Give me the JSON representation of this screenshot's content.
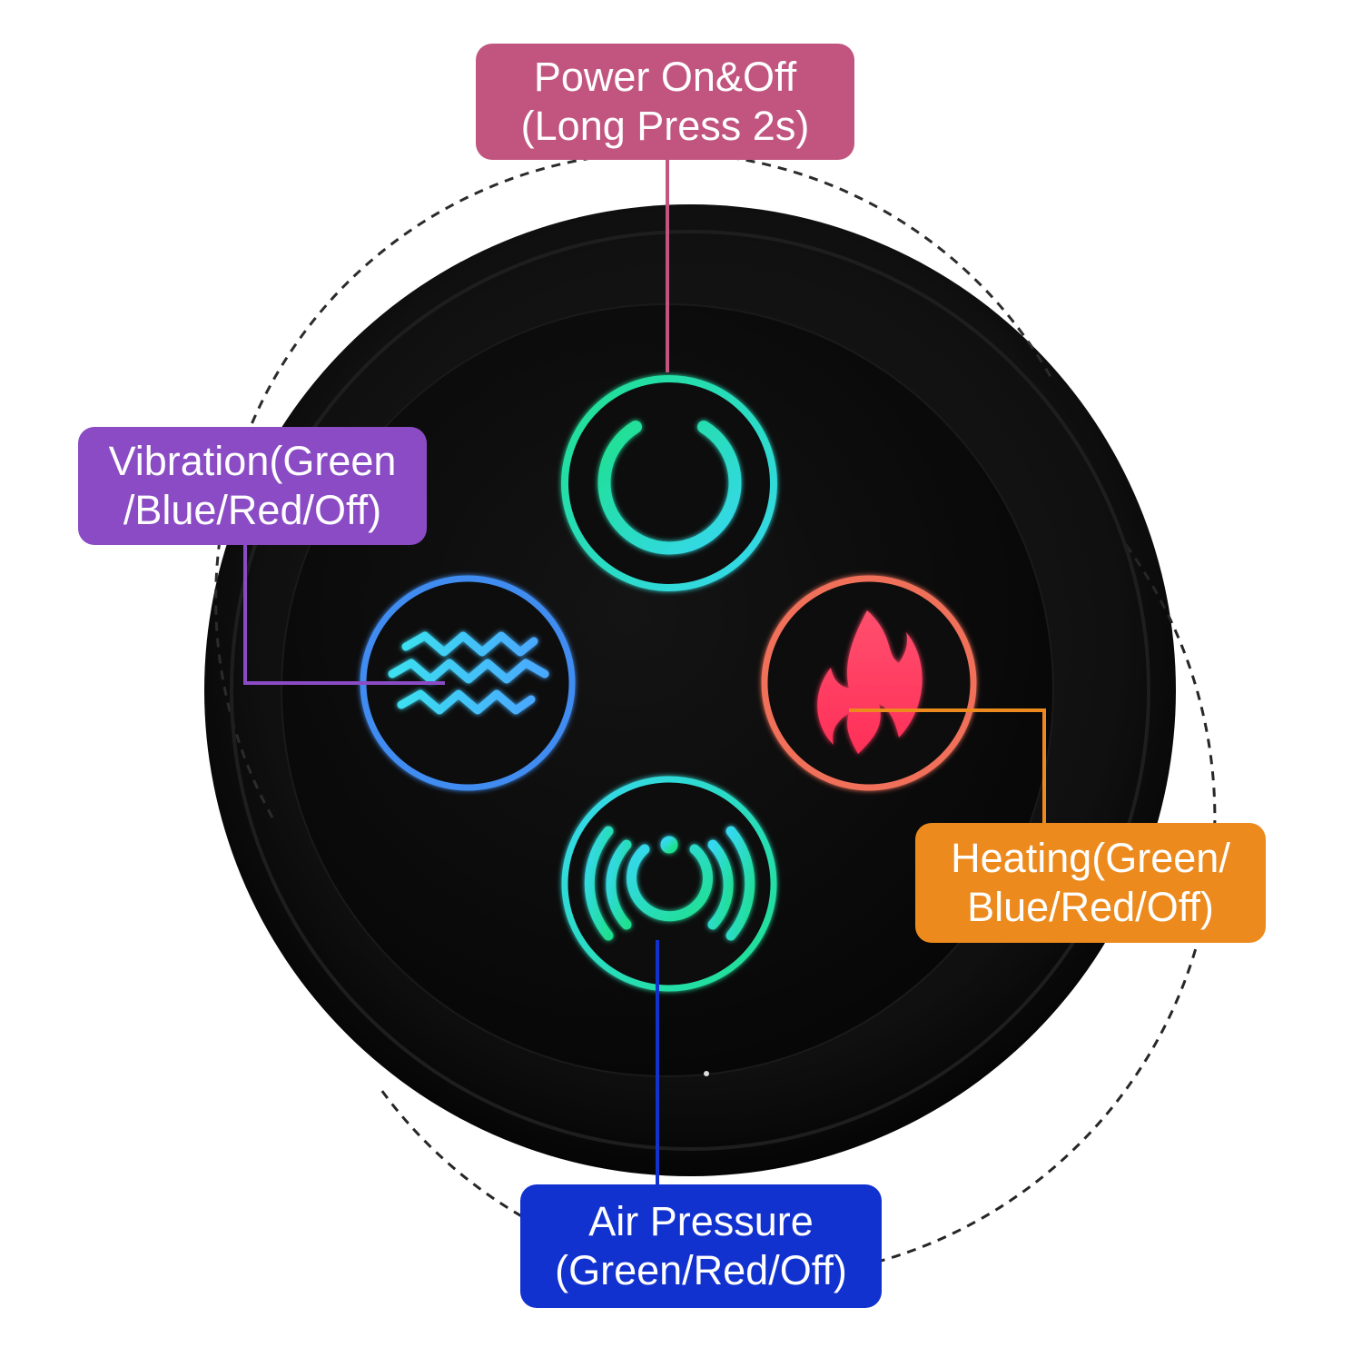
{
  "callouts": {
    "power": {
      "line1": "Power On&Off",
      "line2": "(Long Press 2s)"
    },
    "vibration": {
      "line1": "Vibration(Green",
      "line2": "/Blue/Red/Off)"
    },
    "heating": {
      "line1": "Heating(Green/",
      "line2": "Blue/Red/Off)"
    },
    "air_pressure": {
      "line1": "Air Pressure",
      "line2": "(Green/Red/Off)"
    }
  },
  "icons": {
    "power": "power-icon",
    "vibration": "waves-icon",
    "heating": "flame-icon",
    "air_pressure": "air-pressure-icon"
  },
  "colors": {
    "power_callout": "#c2557f",
    "vibration_callout": "#8a4bc4",
    "heating_callout": "#ec8a1e",
    "air_pressure_callout": "#1232d0",
    "power_ring": "#2ee6a8",
    "vibration_ring": "#3f8cf0",
    "heating_ring": "#f0705a",
    "air_ring": "#2ee6b0"
  }
}
